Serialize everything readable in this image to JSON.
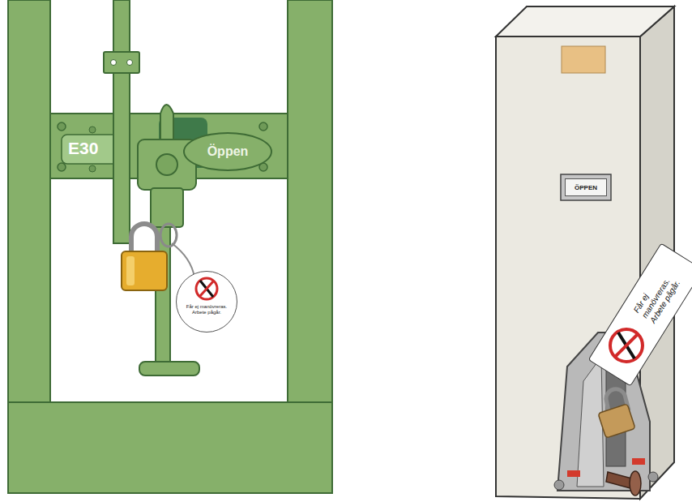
{
  "diagram": {
    "nodes": [
      {
        "text": [
          "Öppen"
        ]
      },
      {
        "text": [
          "Får ej manövreras. Arbete pågår."
        ]
      },
      {
        "text": [
          "ÖPPEN"
        ]
      },
      {
        "text": [
          "Får ej manövreras. Arbete pågår."
        ]
      }
    ],
    "labels": [
      "E30"
    ]
  }
}
